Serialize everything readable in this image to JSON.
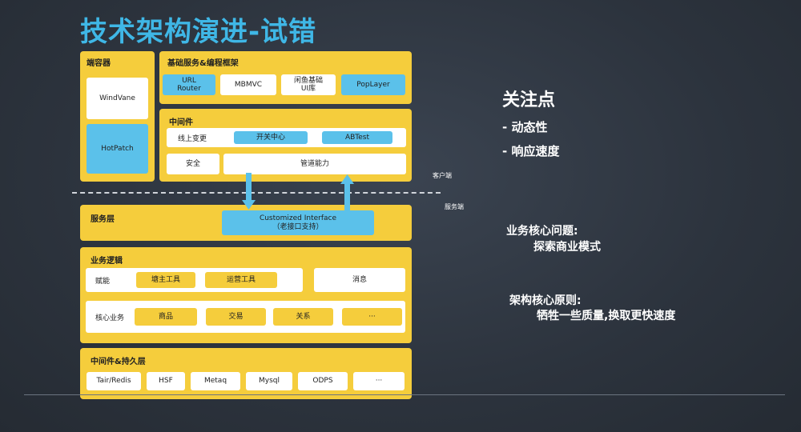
{
  "title": "技术架构演进-试错",
  "end_container": {
    "title": "端容器",
    "items": [
      "WindVane",
      "HotPatch"
    ]
  },
  "framework": {
    "title": "基础服务&编程框架",
    "items": [
      "URL\nRouter",
      "MBMVC",
      "闲鱼基础\nUI库",
      "PopLayer"
    ]
  },
  "middleware": {
    "title": "中间件",
    "online_change": "线上变更",
    "switch_center": "开关中心",
    "abtest": "ABTest",
    "security": "安全",
    "pipeline": "管道能力"
  },
  "client_label": "客户端",
  "server_label": "服务端",
  "service_layer": {
    "title": "服务层",
    "interface": "Customized Interface\n（老接口支持）"
  },
  "business_logic": {
    "title": "业务逻辑",
    "empower": "赋能",
    "empower_items": [
      "塘主工具",
      "运营工具"
    ],
    "message": "消息",
    "core": "核心业务",
    "core_items": [
      "商品",
      "交易",
      "关系",
      "···"
    ]
  },
  "persistence": {
    "title": "中间件&持久层",
    "items": [
      "Tair/Redis",
      "HSF",
      "Metaq",
      "Mysql",
      "ODPS",
      "···"
    ]
  },
  "focus": {
    "heading": "关注点",
    "points": [
      "- 动态性",
      "- 响应速度"
    ]
  },
  "business_problem": {
    "label": "业务核心问题:",
    "value": "探索商业模式"
  },
  "arch_principle": {
    "label": "架构核心原则:",
    "value": "牺牲一些质量,换取更快速度"
  },
  "colors": {
    "yellow": "#f5cd3c",
    "blue": "#5bc1ea",
    "title_blue": "#3fb7e6",
    "arrow": "#5bc1ea"
  }
}
